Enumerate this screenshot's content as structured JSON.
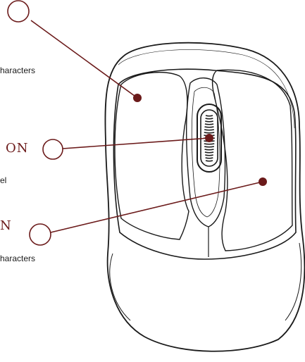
{
  "colors": {
    "accent": "#6b1a1a",
    "outline": "#1a1a1a",
    "background": "#ffffff"
  },
  "callouts": {
    "left_button": {
      "description_fragment": "haracters"
    },
    "scroll_wheel": {
      "heading_fragment": "ON",
      "description_fragment": "el"
    },
    "right_button": {
      "heading_fragment": "N",
      "description_fragment": "haracters"
    }
  }
}
